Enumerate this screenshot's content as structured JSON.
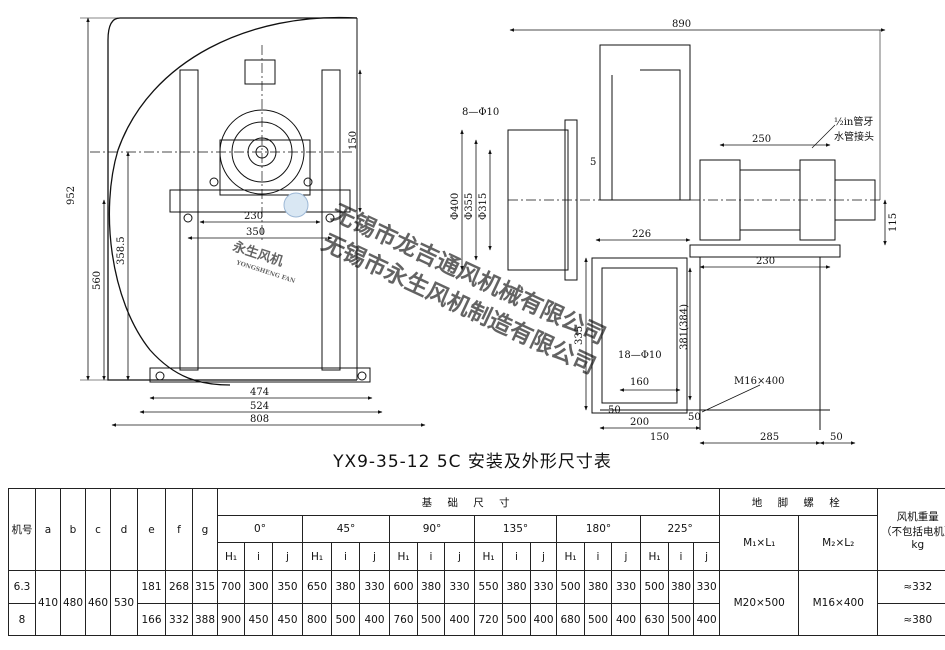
{
  "drawing": {
    "front_view": {
      "dim_952": "952",
      "dim_358_5": "358.5",
      "dim_560": "560",
      "dim_150": "150",
      "dim_230": "230",
      "dim_350": "350",
      "dim_474": "474",
      "dim_524": "524",
      "dim_808": "808"
    },
    "side_view": {
      "dim_890": "890",
      "dim_8_phi_10": "8—Φ10",
      "dim_phi_400": "Φ400",
      "dim_phi_355": "Φ355",
      "dim_phi_315": "Φ315",
      "dim_5": "5",
      "dim_250": "250",
      "pipe_thread_label": "½in管牙",
      "water_connector_label": "水管接头",
      "dim_226": "226",
      "dim_230": "230",
      "dim_115": "115",
      "dim_335": "335",
      "dim_381_384": "381(384)",
      "dim_18_phi_10": "18—Φ10",
      "dim_160": "160",
      "dim_m16x400": "M16×400",
      "dim_50_a": "50",
      "dim_50_b": "50",
      "dim_50_c": "50",
      "dim_200": "200",
      "dim_150_b": "150",
      "dim_285": "285"
    },
    "watermarks": {
      "company_1": "无锡市龙吉通风机械有限公司",
      "company_2": "无锡市永生风机制造有限公司",
      "logo_text": "永生风机",
      "logo_sub": "YONGSHENG FAN"
    }
  },
  "caption": "YX9-35-12 5C 安装及外形尺寸表",
  "table": {
    "headers": {
      "model": "机号",
      "a": "a",
      "b": "b",
      "c": "c",
      "d": "d",
      "e": "e",
      "f": "f",
      "g": "g",
      "foundation": "基 础 尺 寸",
      "bolts": "地 脚 螺 栓",
      "weight": "风机重量",
      "weight_note": "（不包括电机）",
      "weight_unit": "kg",
      "angles": [
        "0°",
        "45°",
        "90°",
        "135°",
        "180°",
        "225°"
      ],
      "sub": [
        "H₁",
        "i",
        "j"
      ],
      "bolt_1": "M₁×L₁",
      "bolt_2": "M₂×L₂"
    },
    "rows": [
      {
        "model": "6.3",
        "e": "181",
        "f": "268",
        "g": "315",
        "vals": [
          "700",
          "300",
          "350",
          "650",
          "380",
          "330",
          "600",
          "380",
          "330",
          "550",
          "380",
          "330",
          "500",
          "380",
          "330",
          "500",
          "380",
          "330"
        ],
        "weight": "≈332"
      },
      {
        "model": "8",
        "e": "166",
        "f": "332",
        "g": "388",
        "vals": [
          "900",
          "450",
          "450",
          "800",
          "500",
          "400",
          "760",
          "500",
          "400",
          "720",
          "500",
          "400",
          "680",
          "500",
          "400",
          "630",
          "500",
          "400"
        ],
        "weight": "≈380"
      }
    ],
    "shared": {
      "a": "410",
      "b": "480",
      "c": "460",
      "d": "530",
      "bolt_1": "M20×500",
      "bolt_2": "M16×400"
    }
  }
}
